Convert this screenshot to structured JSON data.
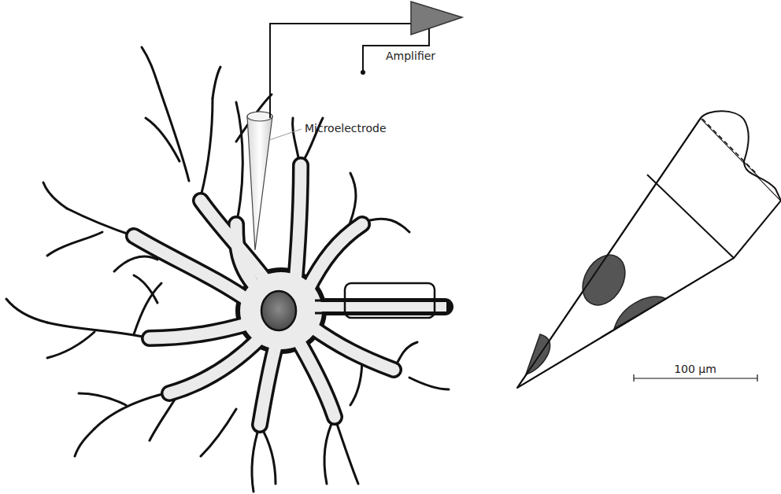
{
  "diagram": {
    "labels": [
      "Amplifier",
      "Microelectrode",
      "100 µm"
    ]
  }
}
